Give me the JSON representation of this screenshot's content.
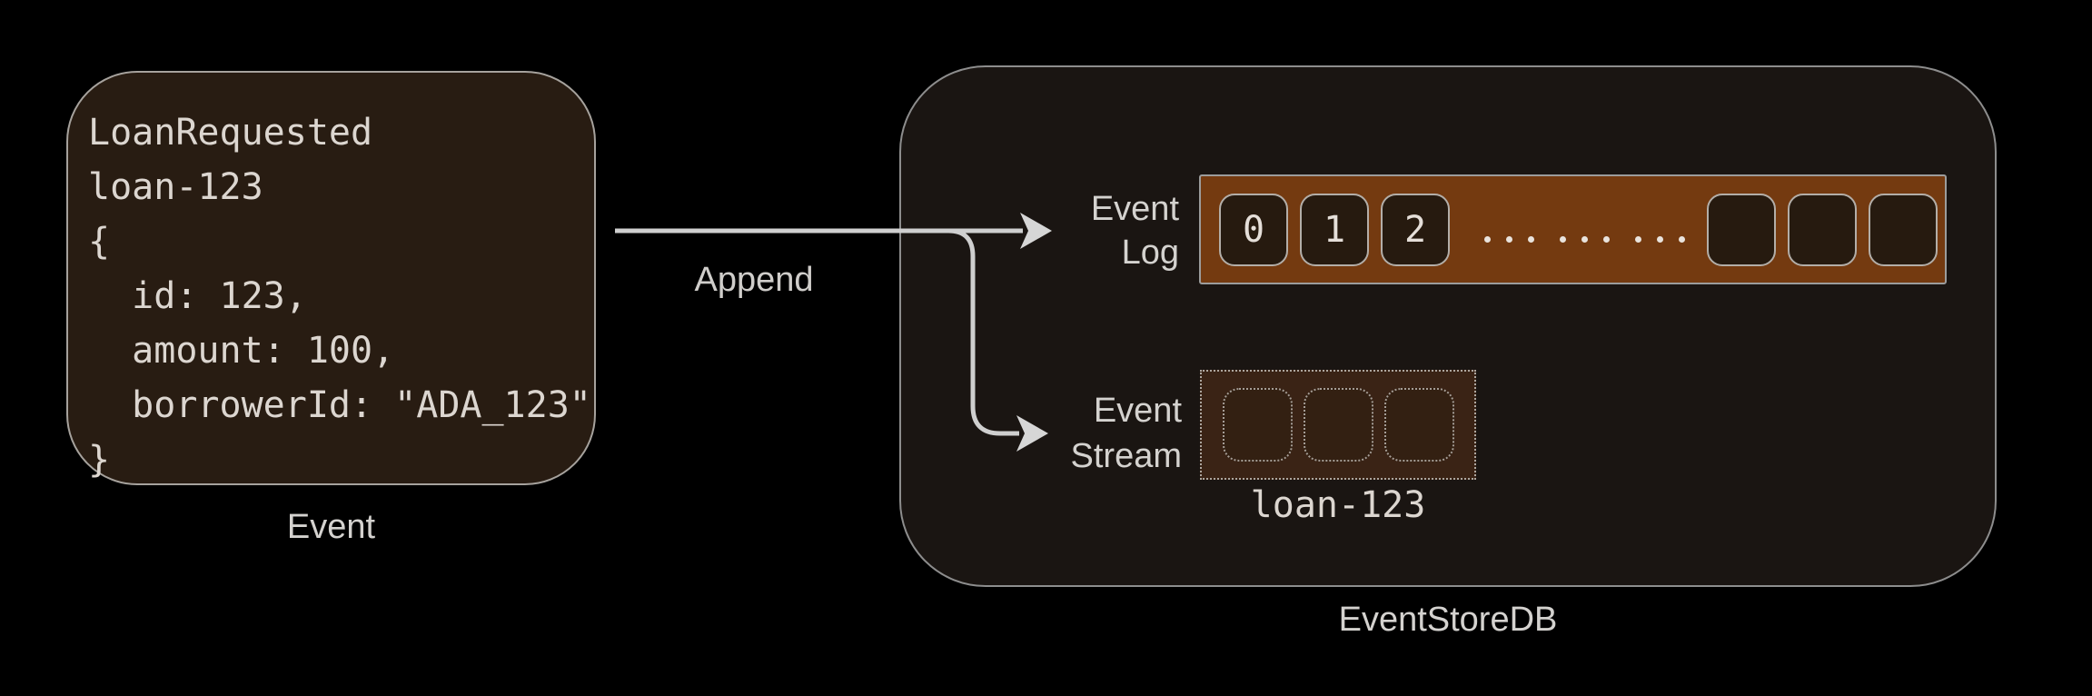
{
  "colors": {
    "background": "#000000",
    "event_card_fill": "#281c12",
    "store_fill": "#1a1512",
    "log_bar_fill": "#743a10",
    "stream_box_fill": "#3a2315",
    "cell_fill": "#261a0f",
    "border_gray": "#9c9c9c",
    "text_light": "#dcd6d0",
    "arrow": "#cfcfcf"
  },
  "event_card": {
    "code_lines": [
      "LoanRequested",
      "loan-123",
      "{",
      "  id: 123,",
      "  amount: 100,",
      "  borrowerId: \"ADA_123\"",
      "}"
    ],
    "caption": "Event"
  },
  "append_arrow": {
    "label": "Append"
  },
  "eventstore": {
    "caption": "EventStoreDB",
    "event_log": {
      "label_line1": "Event",
      "label_line2": "Log",
      "numbered_cells": [
        "0",
        "1",
        "2"
      ],
      "ellipsis_dot_groups": 3,
      "dots_per_group": 3,
      "empty_cells_count": 3
    },
    "event_stream": {
      "label_line1": "Event",
      "label_line2": "Stream",
      "stream_name": "loan-123",
      "empty_cells_count": 3
    }
  }
}
